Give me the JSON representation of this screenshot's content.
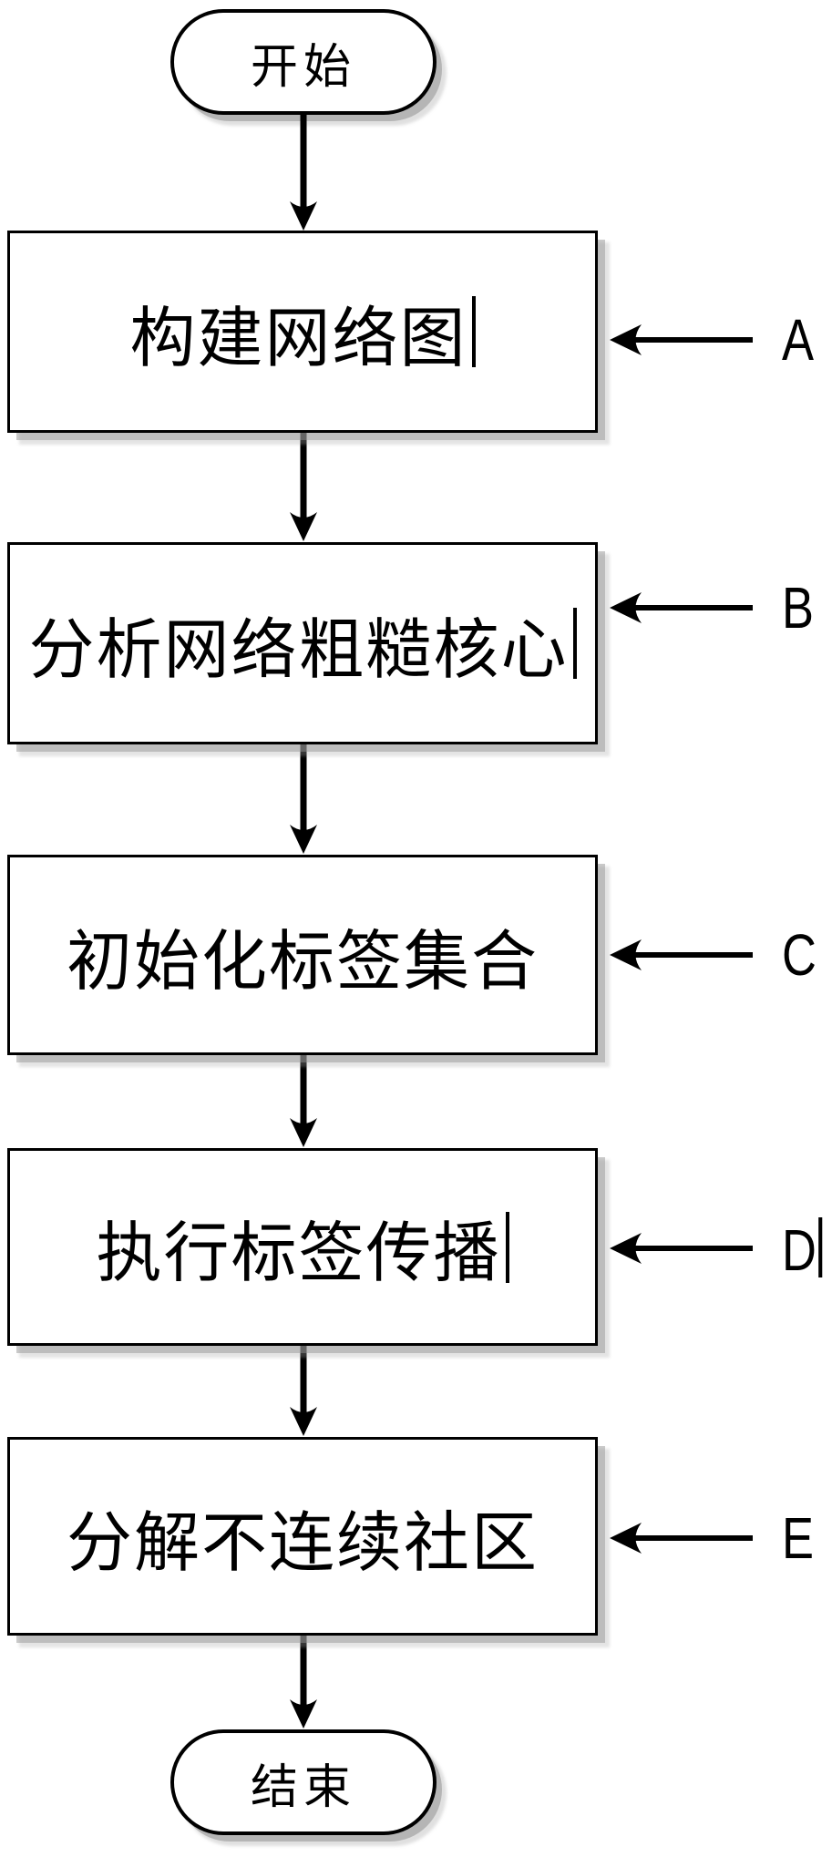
{
  "figure": {
    "background_color": "#ffffff",
    "line_color": "#000000",
    "shadow_color": "#969696",
    "icons": [
      "arrow-down-icon",
      "arrow-left-icon",
      "text-cursor"
    ]
  },
  "flow": {
    "start": {
      "label": "开始"
    },
    "end": {
      "label": "结束"
    },
    "steps": [
      {
        "label": "构建网络图",
        "tag": "A",
        "cursor": true,
        "tag_cursor": false
      },
      {
        "label": "分析网络粗糙核心",
        "tag": "B",
        "cursor": true,
        "tag_cursor": false
      },
      {
        "label": "初始化标签集合",
        "tag": "C",
        "cursor": false,
        "tag_cursor": false
      },
      {
        "label": "执行标签传播",
        "tag": "D",
        "cursor": true,
        "tag_cursor": true
      },
      {
        "label": "分解不连续社区",
        "tag": "E",
        "cursor": false,
        "tag_cursor": false
      }
    ]
  }
}
